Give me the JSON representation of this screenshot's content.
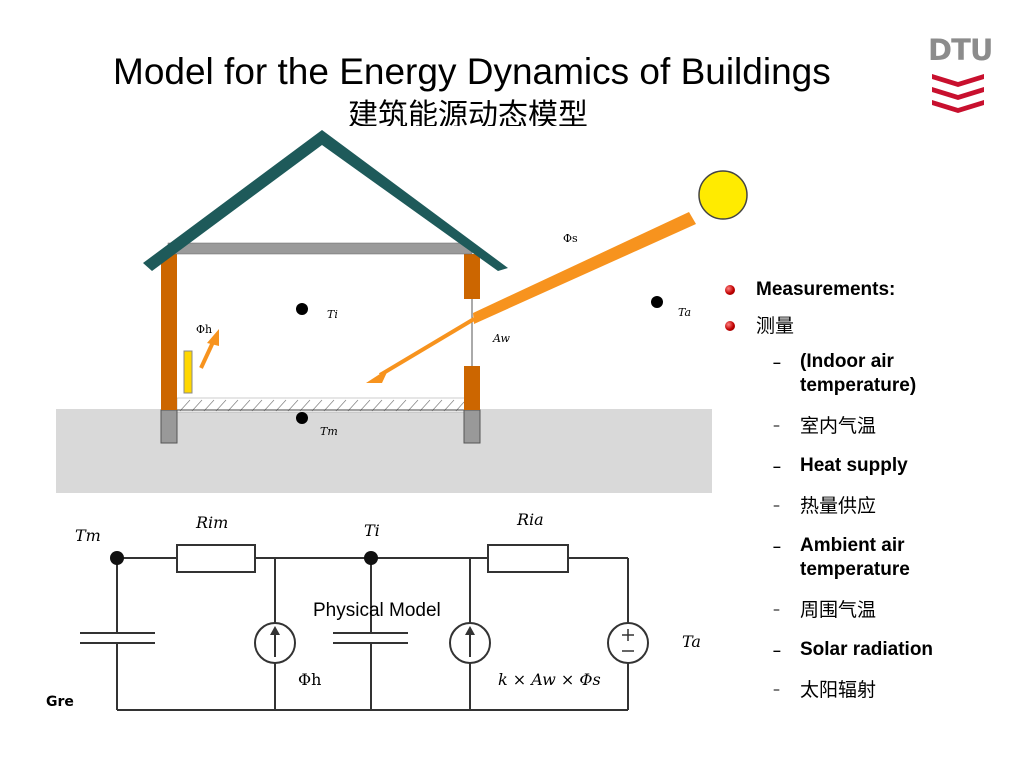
{
  "header": {
    "title": "Model for the Energy Dynamics of Buildings",
    "subtitle": "建筑能源动态模型",
    "logo_text": "DTU",
    "logo_color": "#c8102e"
  },
  "house": {
    "phi_s": "Φs",
    "phi_h": "Φh",
    "t_i": "Ti",
    "t_a": "Ta",
    "a_w": "Aw",
    "t_m": "Tm",
    "roof_color": "#1e5a5a",
    "wall_color": "#cc6600",
    "ray_color": "#f7931e",
    "sun_color": "#ffeb00"
  },
  "circuit": {
    "node_tm": "Tm",
    "r_im": "Rim",
    "node_ti": "Ti",
    "r_ia": "Ria",
    "phi_h": "Φh",
    "solar_source": "k × Aw × Φs",
    "t_a": "Ta",
    "physical_model_label": "Physical  Model",
    "footer_fragment": "Gre"
  },
  "measurements": {
    "heading_en": "Measurements:",
    "heading_zh": "测量",
    "items": [
      "(Indoor air temperature)",
      "室内气温",
      "Heat supply",
      "热量供应",
      "Ambient air temperature",
      "周围气温",
      "Solar radiation",
      "太阳辐射"
    ]
  }
}
